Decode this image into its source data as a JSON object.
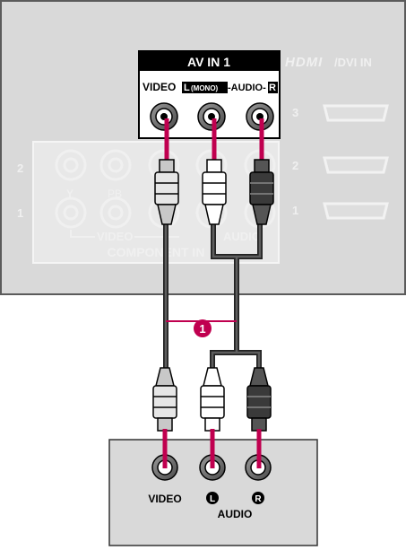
{
  "tv_panel": {
    "av_in": {
      "title": "AV IN 1",
      "video_label": "VIDEO",
      "mono_left": "L",
      "mono_text": "(MONO)",
      "audio_mid": "-AUDIO-",
      "right_label": "R"
    },
    "hdmi": {
      "logo_text": "HDMI",
      "suffix": "/DVI IN",
      "ports": [
        "3",
        "2",
        "1"
      ]
    },
    "component": {
      "rows": [
        "2",
        "1"
      ],
      "y_label": "Y",
      "pb_label": "PB",
      "pb_sub": "B",
      "video_label": "VIDEO",
      "audio_label": "AUDIO",
      "title": "COMPONENT IN"
    }
  },
  "callout": {
    "number": "1",
    "color": "#c0004f"
  },
  "source_device": {
    "video_label": "VIDEO",
    "left_label": "L",
    "right_label": "R",
    "audio_label": "AUDIO"
  },
  "colors": {
    "panel": "#d9d9d9",
    "panel_border": "#5b5b5b",
    "faded_text": "#f0f0f0",
    "cable_dark": "#3a3a3a",
    "plug_red": "#c0004f",
    "plug_white": "#ffffff",
    "plug_black": "#3a3a3a"
  }
}
